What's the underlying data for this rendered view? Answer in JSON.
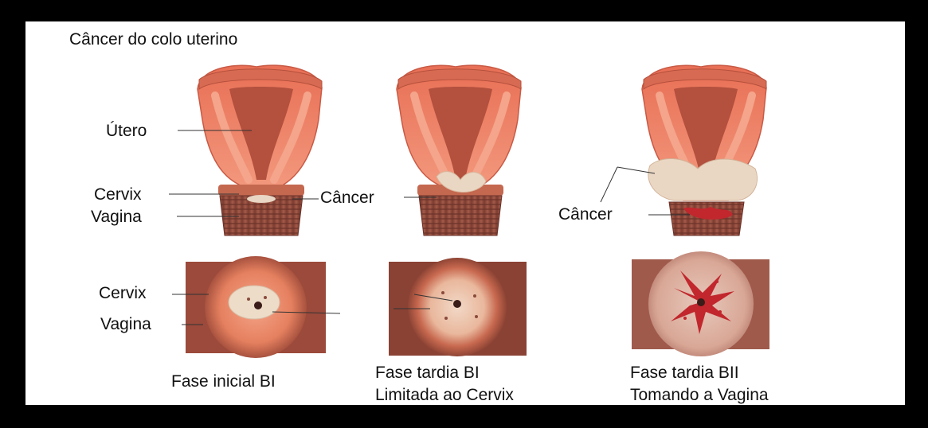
{
  "title": "Câncer do colo uterino",
  "labels": {
    "utero": "Útero",
    "cervix": "Cervix",
    "vagina": "Vagina",
    "cancer": "Câncer"
  },
  "captions": {
    "stage1": [
      "Fase inicial BI"
    ],
    "stage2": [
      "Fase tardia BI",
      "Limitada ao Cervix"
    ],
    "stage3": [
      "Fase tardia BII",
      "Tomando a Vagina"
    ]
  },
  "colors": {
    "flesh": "#f08a6e",
    "flesh_light": "#f7b39c",
    "flesh_dark": "#c95a45",
    "cavity": "#b3503e",
    "vagina": "#8f4a3d",
    "tumor": "#eadbc8",
    "blood": "#c1272d"
  }
}
